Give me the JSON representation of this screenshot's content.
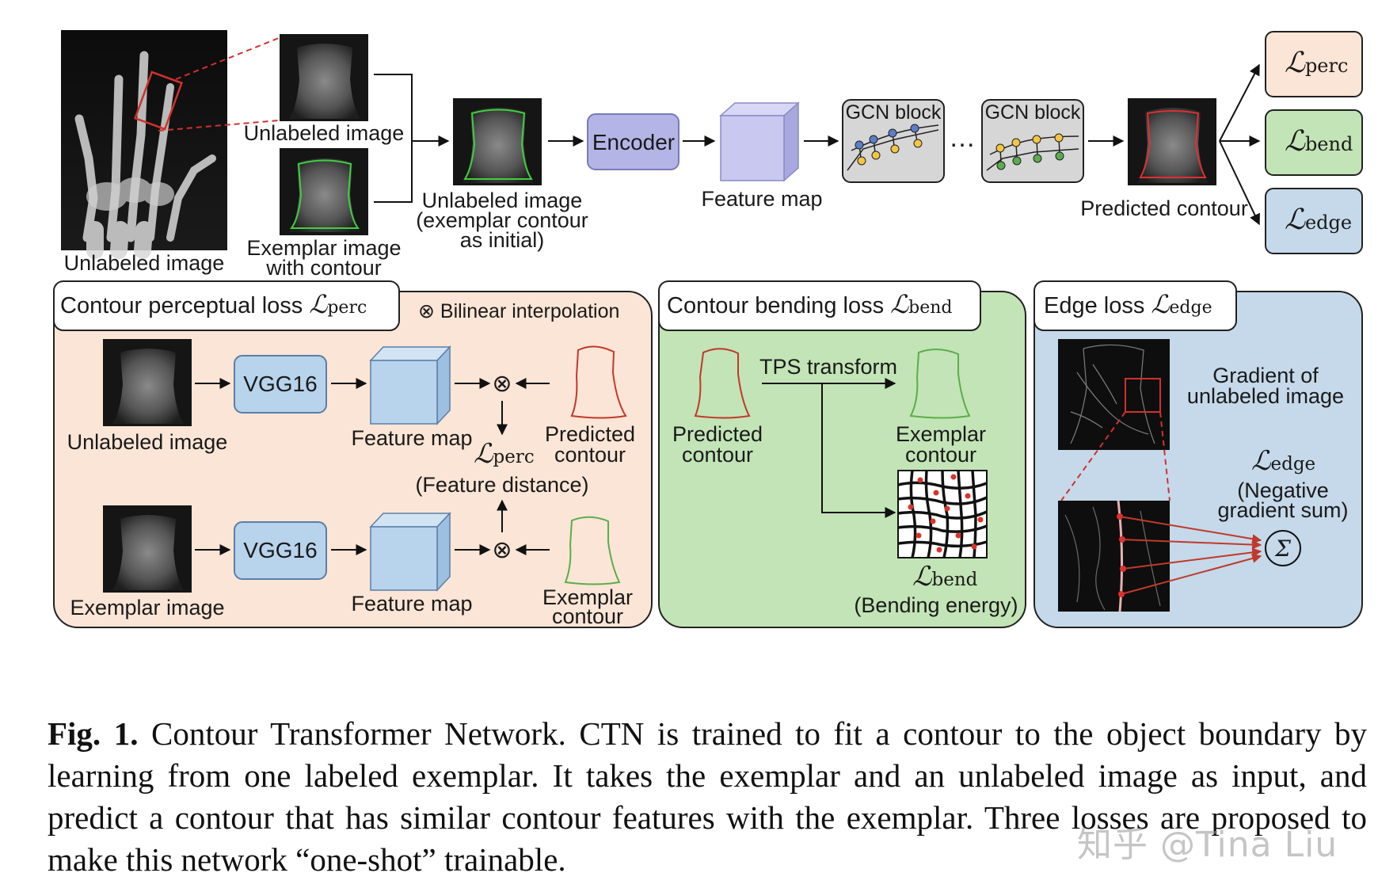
{
  "pipeline": {
    "unlabeled_image_label": "Unlabeled image",
    "crop_label": "Unlabeled image",
    "exemplar_line1": "Exemplar image",
    "exemplar_line2": "with contour",
    "initial_line1": "Unlabeled image",
    "initial_line2": "(exemplar contour",
    "initial_line3": "as initial)",
    "encoder": "Encoder",
    "feature_map": "Feature map",
    "gcn_block": "GCN block",
    "ellipsis": "…",
    "predicted_contour": "Predicted contour"
  },
  "loss_symbol": "ℒ",
  "losses": {
    "perc": "perc",
    "bend": "bend",
    "edge": "edge"
  },
  "perc_panel": {
    "title": "Contour perceptual loss",
    "bilinear": "⊗ Bilinear interpolation",
    "unlabeled_image": "Unlabeled image",
    "exemplar_image": "Exemplar image",
    "vgg": "VGG16",
    "feature_map": "Feature map",
    "predicted_line1": "Predicted",
    "predicted_line2": "contour",
    "exemplar_line1": "Exemplar",
    "exemplar_line2": "contour",
    "feature_distance": "(Feature distance)",
    "otimes": "⊗"
  },
  "bend_panel": {
    "title": "Contour bending loss",
    "tps": "TPS transform",
    "predicted_line1": "Predicted",
    "predicted_line2": "contour",
    "exemplar_line1": "Exemplar",
    "exemplar_line2": "contour",
    "bending_energy": "(Bending energy)"
  },
  "edge_panel": {
    "title": "Edge loss",
    "gradient_line1": "Gradient of",
    "gradient_line2": "unlabeled image",
    "neg_line1": "(Negative",
    "neg_line2": "gradient sum)",
    "sigma": "Σ"
  },
  "caption": {
    "fig_label": "Fig. 1.",
    "text": "Contour Transformer Network. CTN is trained to fit a contour to the object boundary by learning from one labeled exemplar. It takes the exemplar and an unlabeled image as input, and predict a contour that has similar contour features with the exemplar. Three losses are proposed to make this network “one-shot” trainable."
  },
  "watermark": "知乎 @Tina Liu",
  "colors": {
    "perc_bg": "#fbe5d6",
    "bend_bg": "#c3e4b6",
    "edge_bg": "#c5d9ea",
    "encoder_fill": "#b4b4e6",
    "feature_purple": "#c8c8f0",
    "vgg_fill": "#b8d3ec",
    "feature_blue": "#b8d3ec",
    "gcn_fill": "#d6d6d6",
    "red": "#c0392b",
    "green": "#5aae4a"
  }
}
